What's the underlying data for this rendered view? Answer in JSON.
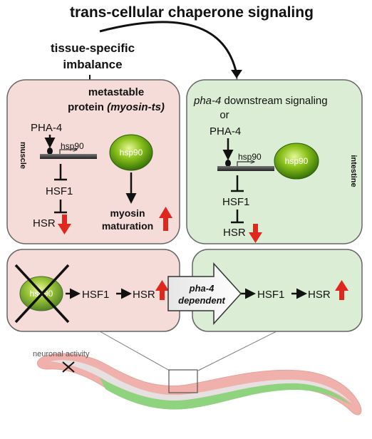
{
  "title": "trans-cellular chaperone signaling",
  "imbalance": {
    "line1": "tissue-specific",
    "line2": "imbalance"
  },
  "muscle_panel": {
    "side_label": "muscle",
    "header_line1": "metastable",
    "header_line2_prefix": "protein ",
    "header_line2_italic": "(myosin-ts)",
    "pha4": "PHA-4",
    "gene": "hsp90",
    "hsf1": "HSF1",
    "hsr": "HSR",
    "hsp90_bubble": "hsp90",
    "myosin": "myosin",
    "maturation": "maturation"
  },
  "intestine_panel": {
    "side_label": "intestine",
    "header_italic": "pha-4",
    "header_rest": " downstream signaling",
    "or": "or",
    "pha4": "PHA-4",
    "gene": "hsp90",
    "hsf1": "HSF1",
    "hsr": "HSR",
    "hsp90_bubble": "hsp90"
  },
  "muscle_lower": {
    "hsp90_bubble": "hsp90",
    "hsf1": "HSF1",
    "hsr": "HSR"
  },
  "big_arrow": {
    "line1": "pha-4",
    "line2": "dependent"
  },
  "intestine_lower": {
    "hsf1": "HSF1",
    "hsr": "HSR"
  },
  "worm": {
    "neuronal_label": "neuronal activity"
  },
  "colors": {
    "muscle_bg": "#f5dcd8",
    "intestine_bg": "#dcedd5",
    "red_arrow": "#e0271d",
    "hsp90_green": "#78b51f",
    "worm_pink": "#f0b0ab",
    "worm_green": "#8fd37f"
  }
}
